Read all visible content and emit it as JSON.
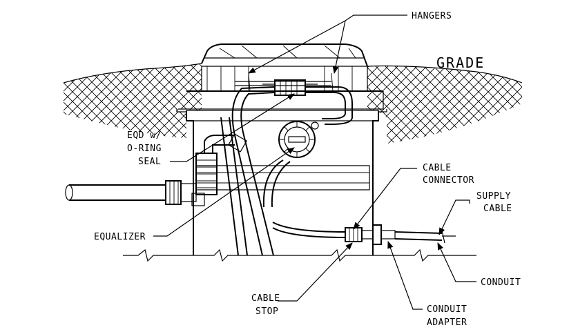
{
  "labels": {
    "grade": "GRADE",
    "hangers": "HANGERS",
    "eqd_line1": "EQD w/",
    "eqd_line2": "O-RING",
    "eqd_line3": "SEAL",
    "equalizer": "EQUALIZER",
    "cable_connector_line1": "CABLE",
    "cable_connector_line2": "CONNECTOR",
    "supply_cable_line1": "SUPPLY",
    "supply_cable_line2": "CABLE",
    "conduit": "CONDUIT",
    "cable_stop_line1": "CABLE",
    "cable_stop_line2": "STOP",
    "conduit_adapter_line1": "CONDUIT",
    "conduit_adapter_line2": "ADAPTER"
  }
}
